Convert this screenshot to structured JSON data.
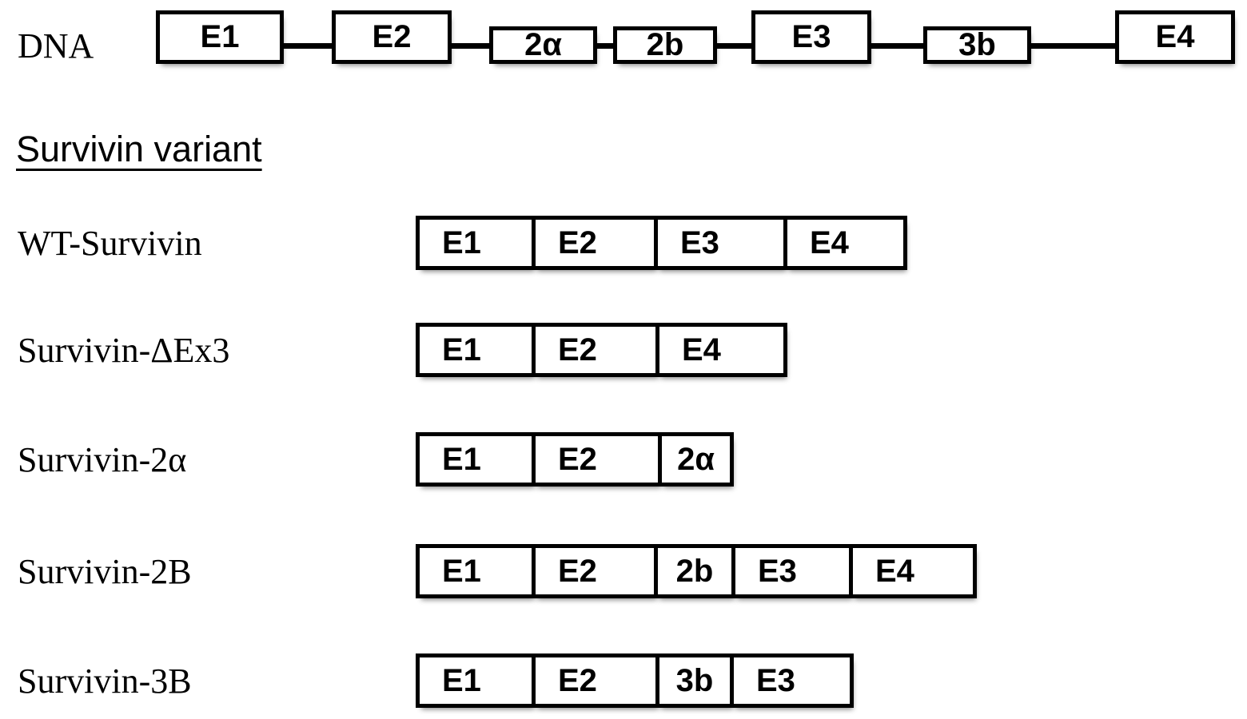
{
  "figure": {
    "ink_color": "#000000",
    "background_color": "#ffffff"
  },
  "dna_track": {
    "label": "DNA",
    "exons": [
      {
        "name": "E1"
      },
      {
        "name": "E2"
      },
      {
        "name": "2α"
      },
      {
        "name": "2b"
      },
      {
        "name": "E3"
      },
      {
        "name": "3b"
      },
      {
        "name": "E4"
      }
    ]
  },
  "section_heading": "Survivin variant",
  "variants": [
    {
      "label": "WT-Survivin",
      "segments": [
        {
          "name": "E1"
        },
        {
          "name": "E2"
        },
        {
          "name": "E3"
        },
        {
          "name": "E4"
        }
      ]
    },
    {
      "label": "Survivin-ΔEx3",
      "segments": [
        {
          "name": "E1"
        },
        {
          "name": "E2"
        },
        {
          "name": "E4"
        }
      ]
    },
    {
      "label": "Survivin-2α",
      "segments": [
        {
          "name": "E1"
        },
        {
          "name": "E2"
        },
        {
          "name": "2α"
        }
      ]
    },
    {
      "label": "Survivin-2B",
      "segments": [
        {
          "name": "E1"
        },
        {
          "name": "E2"
        },
        {
          "name": "2b"
        },
        {
          "name": "E3"
        },
        {
          "name": "E4"
        }
      ]
    },
    {
      "label": "Survivin-3B",
      "segments": [
        {
          "name": "E1"
        },
        {
          "name": "E2"
        },
        {
          "name": "3b"
        },
        {
          "name": "E3"
        }
      ]
    }
  ]
}
